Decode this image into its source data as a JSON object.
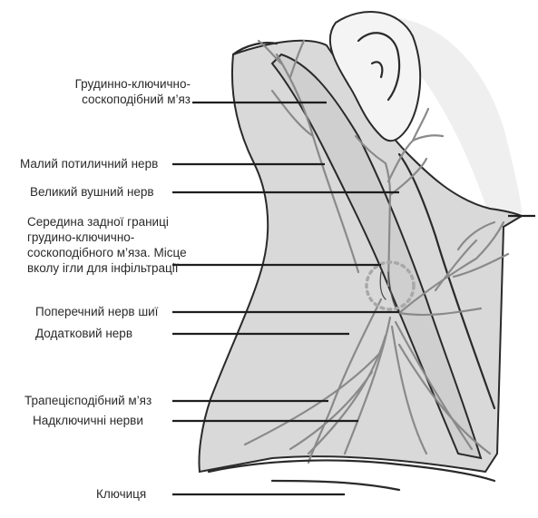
{
  "labels": {
    "scm_line1": "Грудинно-ключично-",
    "scm_line2": "соскоподібний м’яз",
    "lesser_occipital": "Малий потиличний нерв",
    "great_auricular": "Великий вушний нерв",
    "midpoint_line1": "Середина задної границі",
    "midpoint_line2": "грудино-ключично-",
    "midpoint_line3": "соскоподібного м’яза. Місце",
    "midpoint_line4": "вколу ігли для інфільтрації",
    "transverse_cervical": "Поперечний нерв шиї",
    "accessory": "Додатковий нерв",
    "trapezius": "Трапецієподібний м’яз",
    "supraclavicular": "Надключичні нерви",
    "clavicle": "Ключиця"
  },
  "colors": {
    "skin": "#d9d9d9",
    "skin_light": "#e8e8e8",
    "outline": "#2a2a2a",
    "nerve": "#8a8a8a",
    "injection_circle": "#a8a8a8",
    "leader": "#1e1e1e"
  }
}
